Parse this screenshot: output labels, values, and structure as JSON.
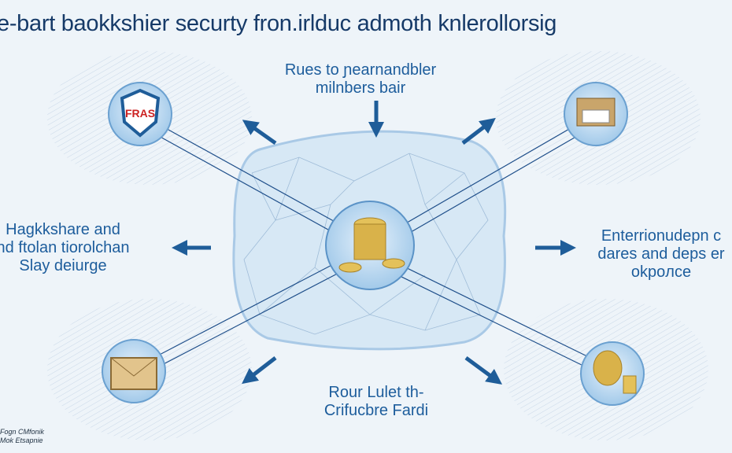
{
  "title": "e-bart baokkshier securty fron.irlduc admoth knlerollorsig",
  "labels": {
    "top": [
      "Rues to ɲearnandbler",
      "milnbers bair"
    ],
    "left": [
      "Hagkkshare and",
      "nd ftolan tiorolchan",
      "Slay deiurge"
    ],
    "right": [
      "Enterrionudepn c",
      "dares and deps er",
      "okpoлce"
    ],
    "bottom": [
      "Rour Lulet th-",
      "Crifucbre Fardi"
    ]
  },
  "shield_text": "FRAS",
  "footer": [
    "Fogn CMfonik",
    "Mok Etsapnie"
  ],
  "colors": {
    "title": "#163a68",
    "label": "#1d5d9c",
    "arrow": "#1f5d99",
    "blob": "#d7e8f5",
    "coin": "#d9b24a"
  }
}
